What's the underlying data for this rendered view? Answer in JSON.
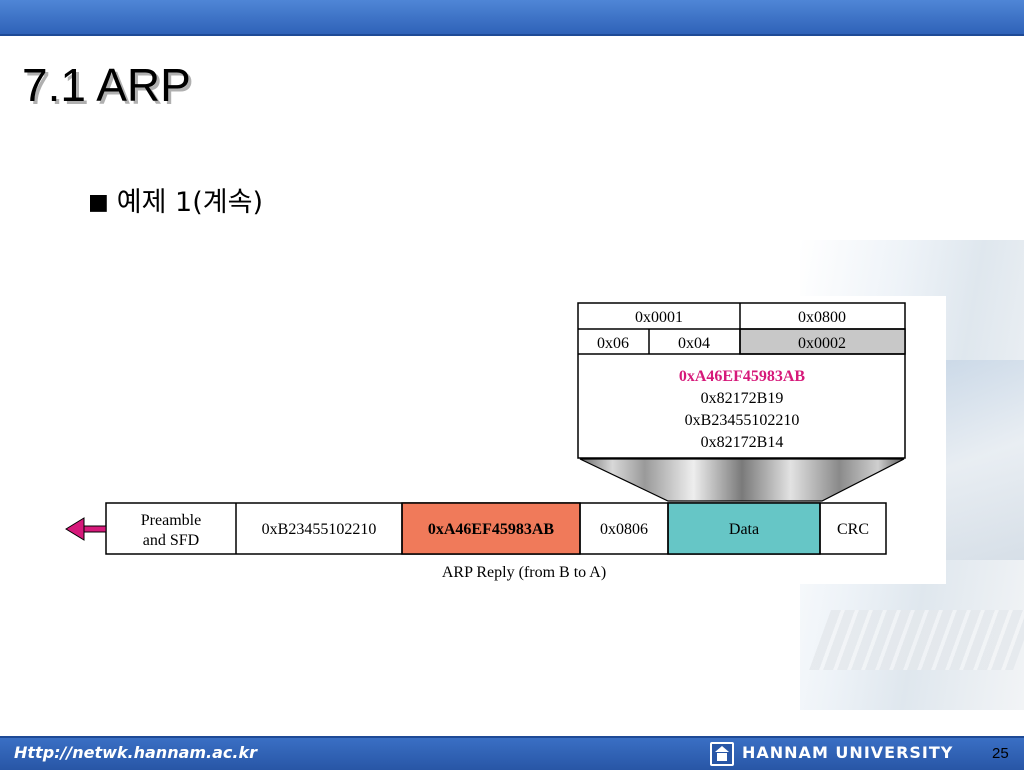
{
  "slide": {
    "title": "7.1 ARP",
    "bullet_marker": "■",
    "bullet_text": "예제 1(계속)"
  },
  "diagram": {
    "header": {
      "row1": [
        "0x0001",
        "0x0800"
      ],
      "row2": [
        "0x06",
        "0x04",
        "0x0002"
      ],
      "addresses": [
        "0xA46EF45983AB",
        "0x82172B19",
        "0xB23455102210",
        "0x82172B14"
      ]
    },
    "frame": {
      "preamble_line1": "Preamble",
      "preamble_line2": "and SFD",
      "dest": "0xB23455102210",
      "src": "0xA46EF45983AB",
      "type": "0x0806",
      "data": "Data",
      "crc": "CRC"
    },
    "caption": "ARP Reply  (from B to A)",
    "colors": {
      "src_fill": "#f07a5a",
      "data_fill": "#66c6c6",
      "highlight_text": "#d6197a",
      "arrow": "#d6197a",
      "gray_cell": "#c8c8c8"
    }
  },
  "footer": {
    "url": "Http://netwk.hannam.ac.kr",
    "university": "HANNAM  UNIVERSITY",
    "page": "25"
  }
}
